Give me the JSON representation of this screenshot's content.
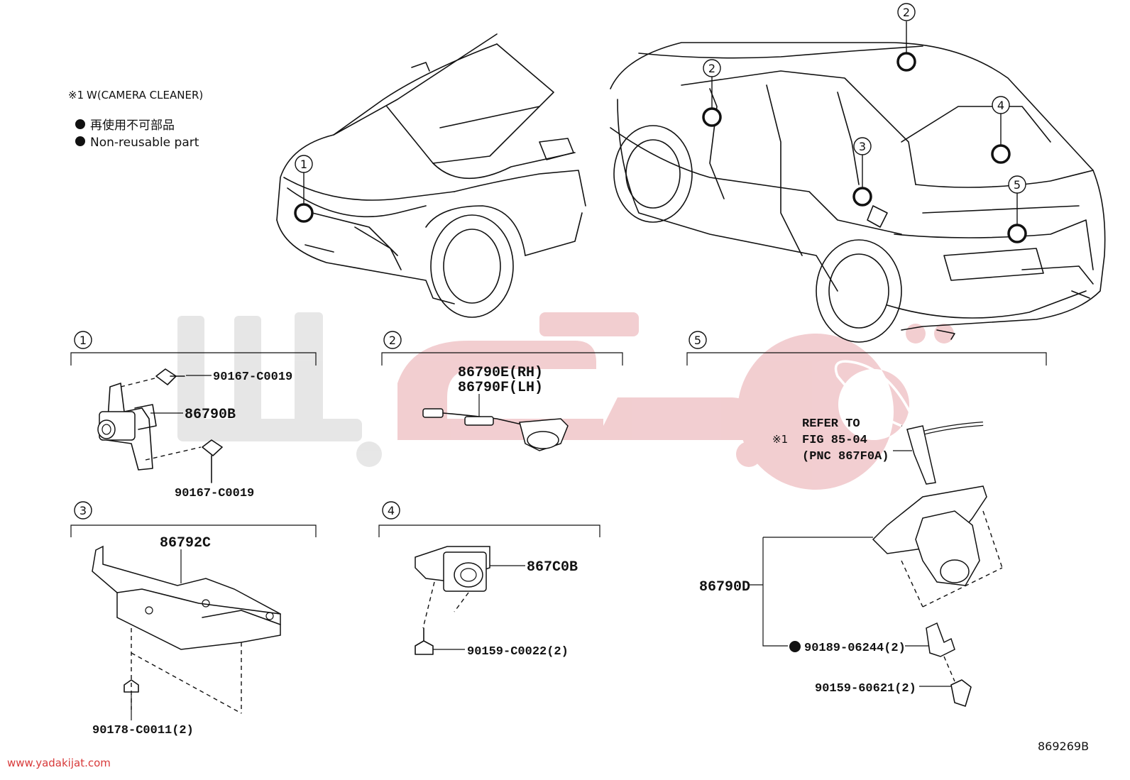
{
  "legend": {
    "note_mark": "※1",
    "note_text": "W(CAMERA CLEANER)",
    "nonreusable_jp": "再使用不可部品",
    "nonreusable_en": "Non-reusable part"
  },
  "callouts": [
    "1",
    "2",
    "2",
    "3",
    "4",
    "5"
  ],
  "groups": [
    {
      "id": "1",
      "parts": [
        "90167-C0019",
        "86790B",
        "90167-C0019"
      ]
    },
    {
      "id": "2",
      "parts": [
        "86790E(RH)",
        "86790F(LH)"
      ]
    },
    {
      "id": "3",
      "parts": [
        "86792C",
        "90178-C0011(2)"
      ]
    },
    {
      "id": "4",
      "parts": [
        "867C0B",
        "90159-C0022(2)"
      ]
    },
    {
      "id": "5",
      "parts": [
        "86790D",
        "90189-06244(2)",
        "90159-60621(2)"
      ],
      "refer": {
        "mark": "※1",
        "line1": "REFER TO",
        "line2": "FIG 85-04",
        "line3": "(PNC 867F0A)"
      }
    }
  ],
  "figure_code": "869269B",
  "site_url": "www.yadakijat.com",
  "colors": {
    "ink": "#111111",
    "watermark_red": "#f1c9cc",
    "watermark_gray": "#e4e4e4",
    "url": "#d83a3a"
  }
}
